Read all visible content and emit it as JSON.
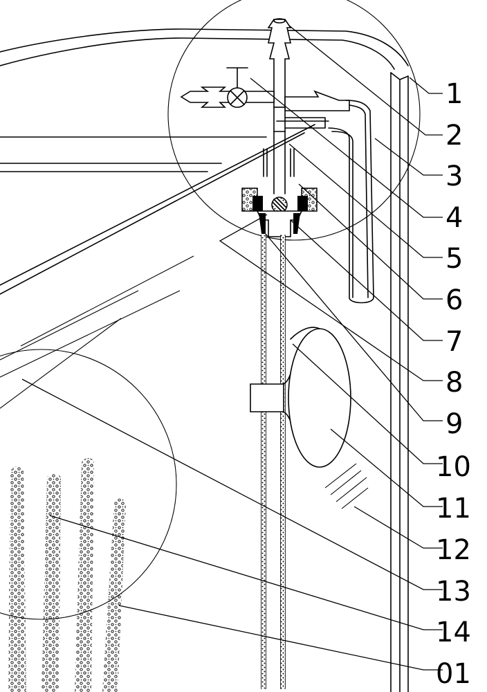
{
  "diagram": {
    "callouts": [
      {
        "id": "c1",
        "text": "1"
      },
      {
        "id": "c2",
        "text": "2"
      },
      {
        "id": "c3",
        "text": "3"
      },
      {
        "id": "c4",
        "text": "4"
      },
      {
        "id": "c5",
        "text": "5"
      },
      {
        "id": "c6",
        "text": "6"
      },
      {
        "id": "c7",
        "text": "7"
      },
      {
        "id": "c8",
        "text": "8"
      },
      {
        "id": "c9",
        "text": "9"
      },
      {
        "id": "c10",
        "text": "10"
      },
      {
        "id": "c11",
        "text": "11"
      },
      {
        "id": "c12",
        "text": "12"
      },
      {
        "id": "c13",
        "text": "13"
      },
      {
        "id": "c14",
        "text": "14"
      },
      {
        "id": "c15",
        "text": "01"
      }
    ]
  }
}
